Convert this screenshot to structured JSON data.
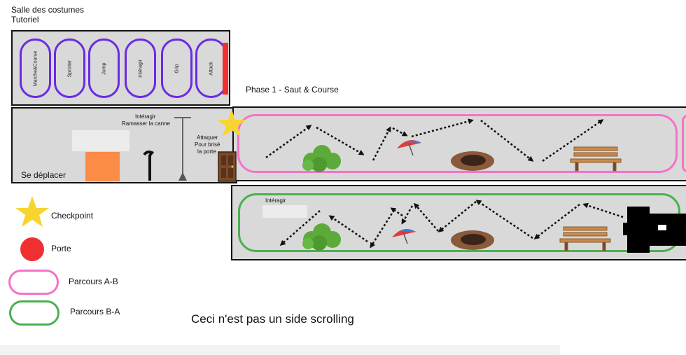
{
  "title": "Salle des costumes",
  "subtitle": "Tutoriel",
  "tutorial_skills": [
    "Marche&Course",
    "Sprinter",
    "Jump",
    "Intéragir",
    "Grip",
    "Attack"
  ],
  "phase_title": "Phase 1 - Saut & Course",
  "move_room_label": "Se déplacer",
  "interact_cane_label": [
    "Intéragir",
    "Ramasser la canne"
  ],
  "attack_door_label": [
    "Attaquer",
    "Pour brisé",
    "la porte"
  ],
  "route_ba_label": "Intéragir",
  "legend": {
    "checkpoint": "Checkpoint",
    "porte": "Porte",
    "parcours_ab": "Parcours A-B",
    "parcours_ba": "Parcours B-A"
  },
  "note": "Ceci n'est pas un side scrolling",
  "colors": {
    "skill_outline": "#6a2be3",
    "route_ab": "#f472c8",
    "route_ba": "#4caf50",
    "checkpoint": "#f7d531",
    "porte": "#f03030",
    "room_fill": "#d9d9d9",
    "crate": "#fa8c46"
  },
  "icons": [
    "star-icon",
    "bush-icon",
    "parasol-icon",
    "hole-icon",
    "bench-icon",
    "door-icon",
    "cane-icon",
    "lamp-icon",
    "gate-icon"
  ]
}
